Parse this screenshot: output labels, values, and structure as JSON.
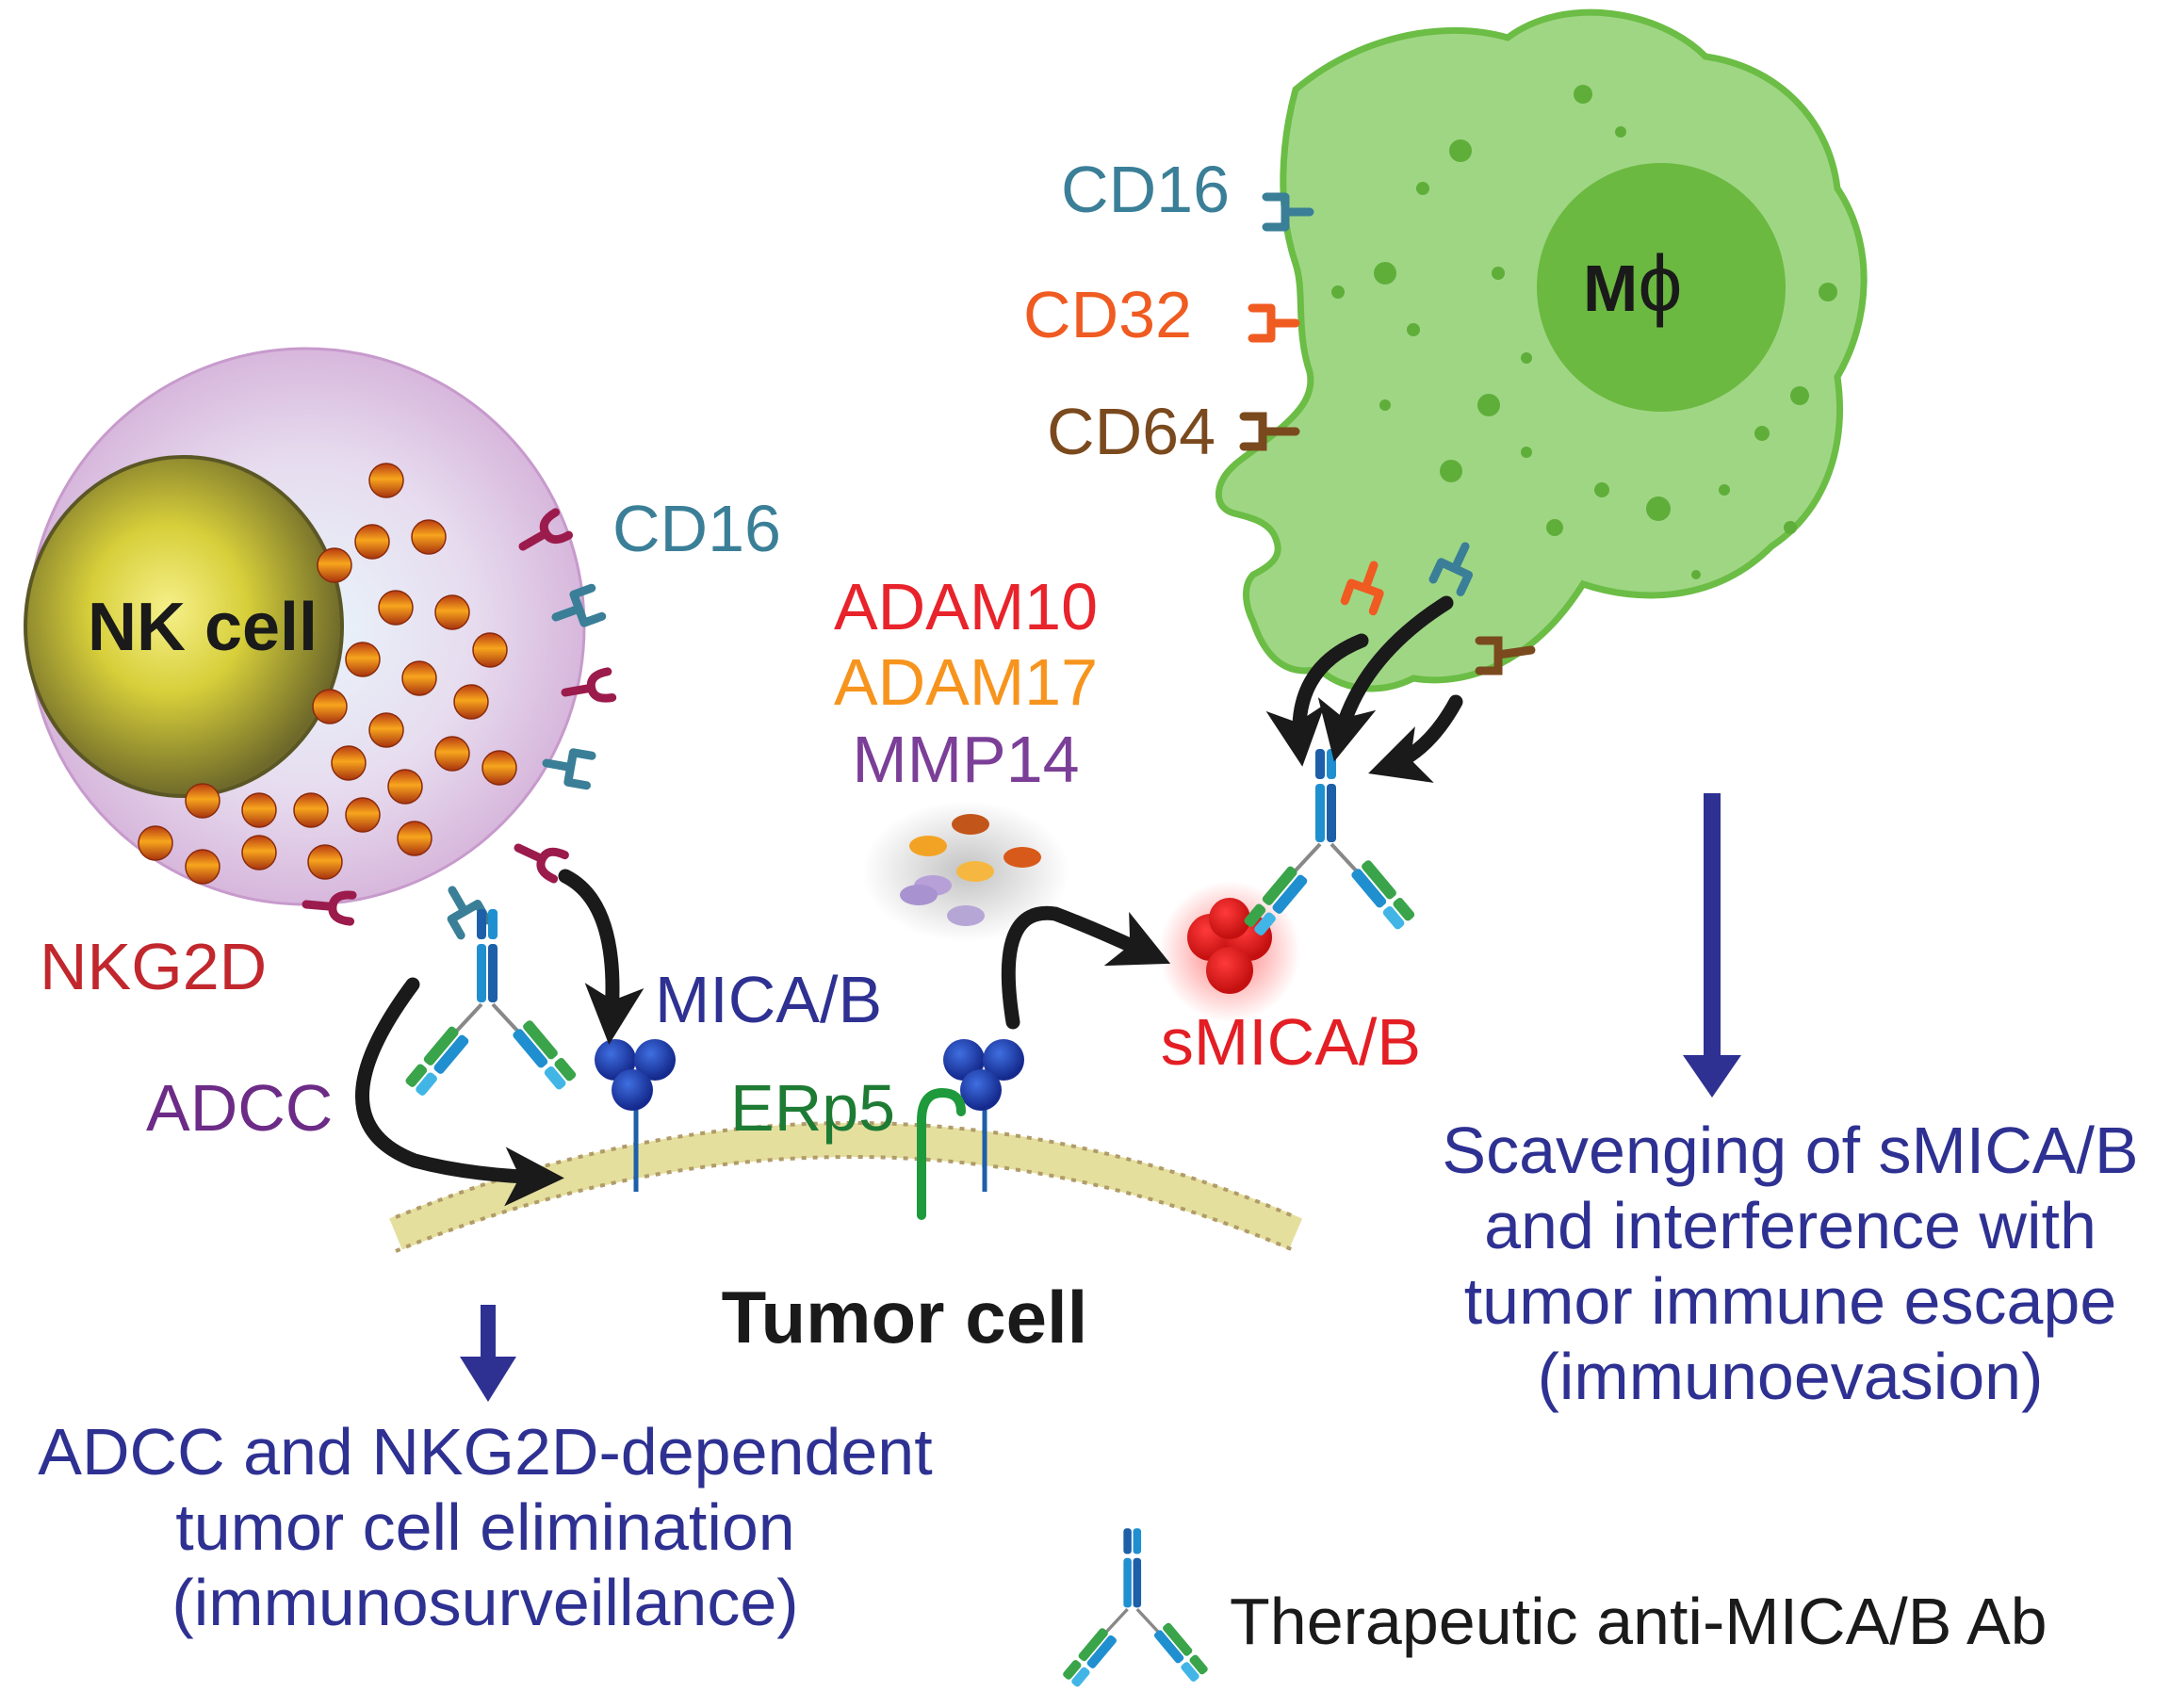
{
  "colors": {
    "nk_receptor": "#9b1b4c",
    "cd16": "#3a7f97",
    "cd32": "#ef5b21",
    "cd64": "#7a4a1e",
    "adam10": "#e8232b",
    "adam17": "#f7941d",
    "mmp14": "#7b3f98",
    "smica": "#e31e24",
    "mica": "#2e3192",
    "erp5": "#1e7b34",
    "adcc": "#6c2b86",
    "navy_text": "#2e3192",
    "arrow": "#1a1a1a",
    "macrophage": "#9fd684",
    "macrophage_edge": "#6bbd45"
  },
  "labels": {
    "nk_cell": "NK cell",
    "macrophage": "M",
    "macrophage_phi": "ϕ",
    "tumor_cell": "Tumor cell",
    "cd16_nk": "CD16",
    "nkg2d": "NKG2D",
    "adcc": "ADCC",
    "mica_b": "MICA/B",
    "erp5": "ERp5",
    "adam10": "ADAM10",
    "adam17": "ADAM17",
    "mmp14": "MMP14",
    "smica_b": "sMICA/B",
    "cd16_mac": "CD16",
    "cd32": "CD32",
    "cd64": "CD64"
  },
  "outcomes": {
    "left": [
      "ADCC and NKG2D-dependent",
      "tumor cell elimination",
      "(immunosurveillance)"
    ],
    "right": [
      "Scavenging of sMICA/B",
      "and interference with",
      "tumor immune escape",
      "(immunoevasion)"
    ]
  },
  "legend": {
    "antibody_label": "Therapeutic anti-MICA/B Ab"
  }
}
